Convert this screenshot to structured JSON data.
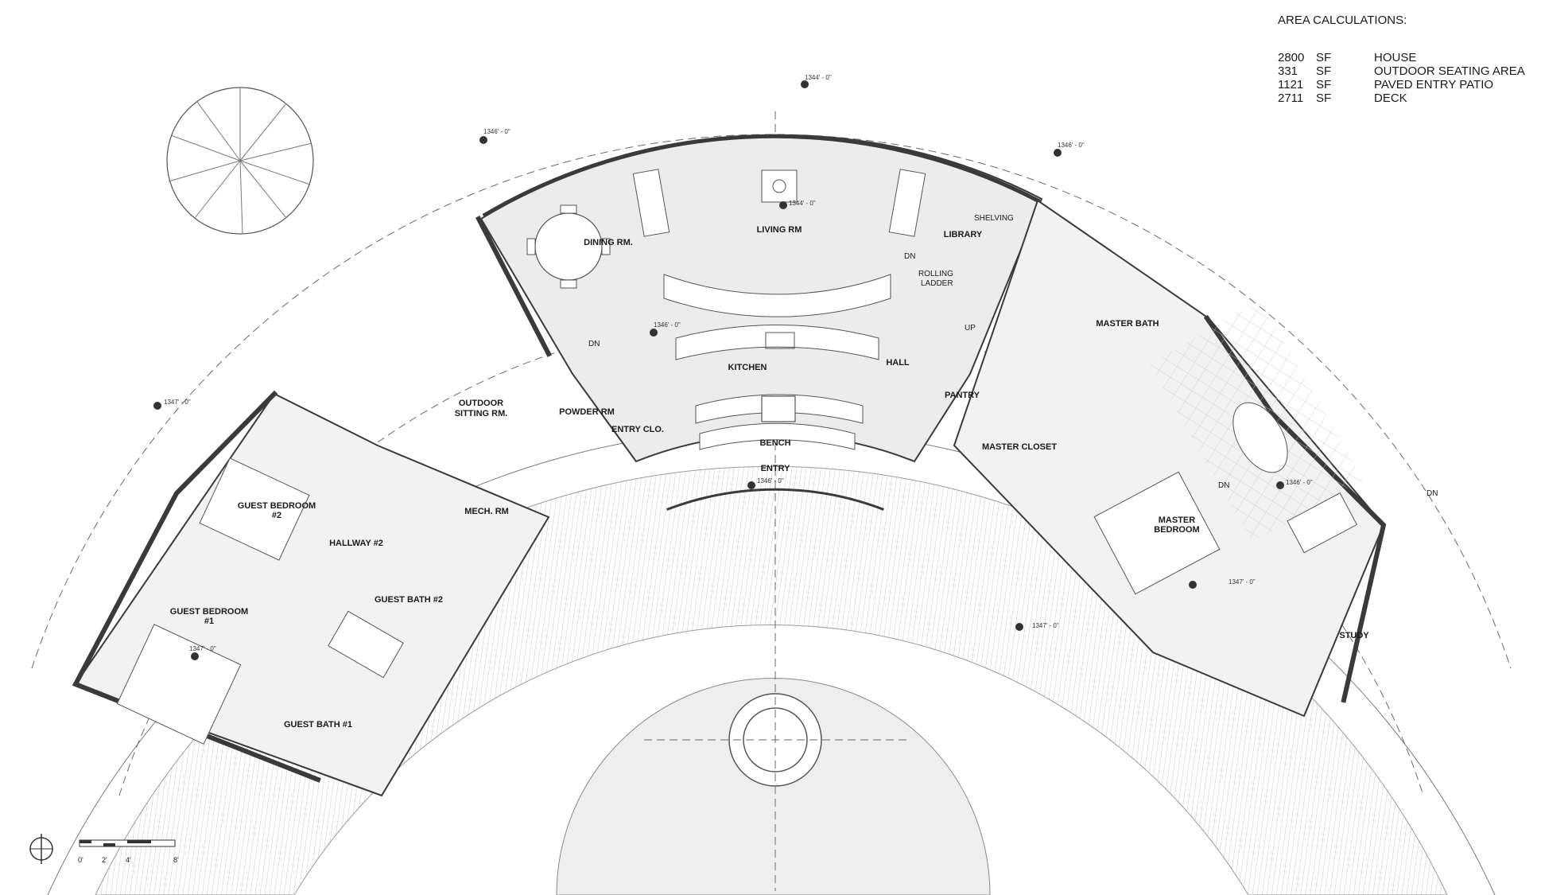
{
  "area_calculations": {
    "title": "AREA CALCULATIONS:",
    "rows": [
      {
        "value": "2800",
        "unit": "SF",
        "label": "HOUSE"
      },
      {
        "value": "331",
        "unit": "SF",
        "label": "OUTDOOR SEATING AREA"
      },
      {
        "value": "1121",
        "unit": "SF",
        "label": "PAVED ENTRY PATIO"
      },
      {
        "value": "2711",
        "unit": "SF",
        "label": "DECK"
      }
    ]
  },
  "rooms": {
    "dining": "DINING RM.",
    "living": "LIVING RM",
    "library": "LIBRARY",
    "kitchen": "KITCHEN",
    "hall": "HALL",
    "pantry": "PANTRY",
    "powder": "POWDER RM",
    "entry_closet": "ENTRY CLO.",
    "bench": "BENCH",
    "entry": "ENTRY",
    "outdoor_sitting_1": "OUTDOOR",
    "outdoor_sitting_2": "SITTING RM.",
    "master_bath": "MASTER BATH",
    "master_closet": "MASTER CLOSET",
    "master_bedroom_1": "MASTER",
    "master_bedroom_2": "BEDROOM",
    "study": "STUDY",
    "mech": "MECH. RM",
    "guest_bed_2_a": "GUEST BEDROOM",
    "guest_bed_2_b": "#2",
    "hallway_2": "HALLWAY #2",
    "guest_bath_2": "GUEST BATH #2",
    "guest_bed_1_a": "GUEST BEDROOM",
    "guest_bed_1_b": "#1",
    "guest_bath_1": "GUEST BATH #1"
  },
  "notes": {
    "shelving": "SHELVING",
    "rolling_1": "ROLLING",
    "rolling_2": "LADDER",
    "dn": "DN",
    "up": "UP"
  },
  "elevations": {
    "e1344a": "1344' - 0\"",
    "e1344b": "1344' - 0\"",
    "e1346": "1346' - 0\"",
    "e1347": "1347' - 0\""
  },
  "scale_bar": {
    "t0": "0'",
    "t2": "2'",
    "t4": "4'",
    "t8": "8'"
  }
}
